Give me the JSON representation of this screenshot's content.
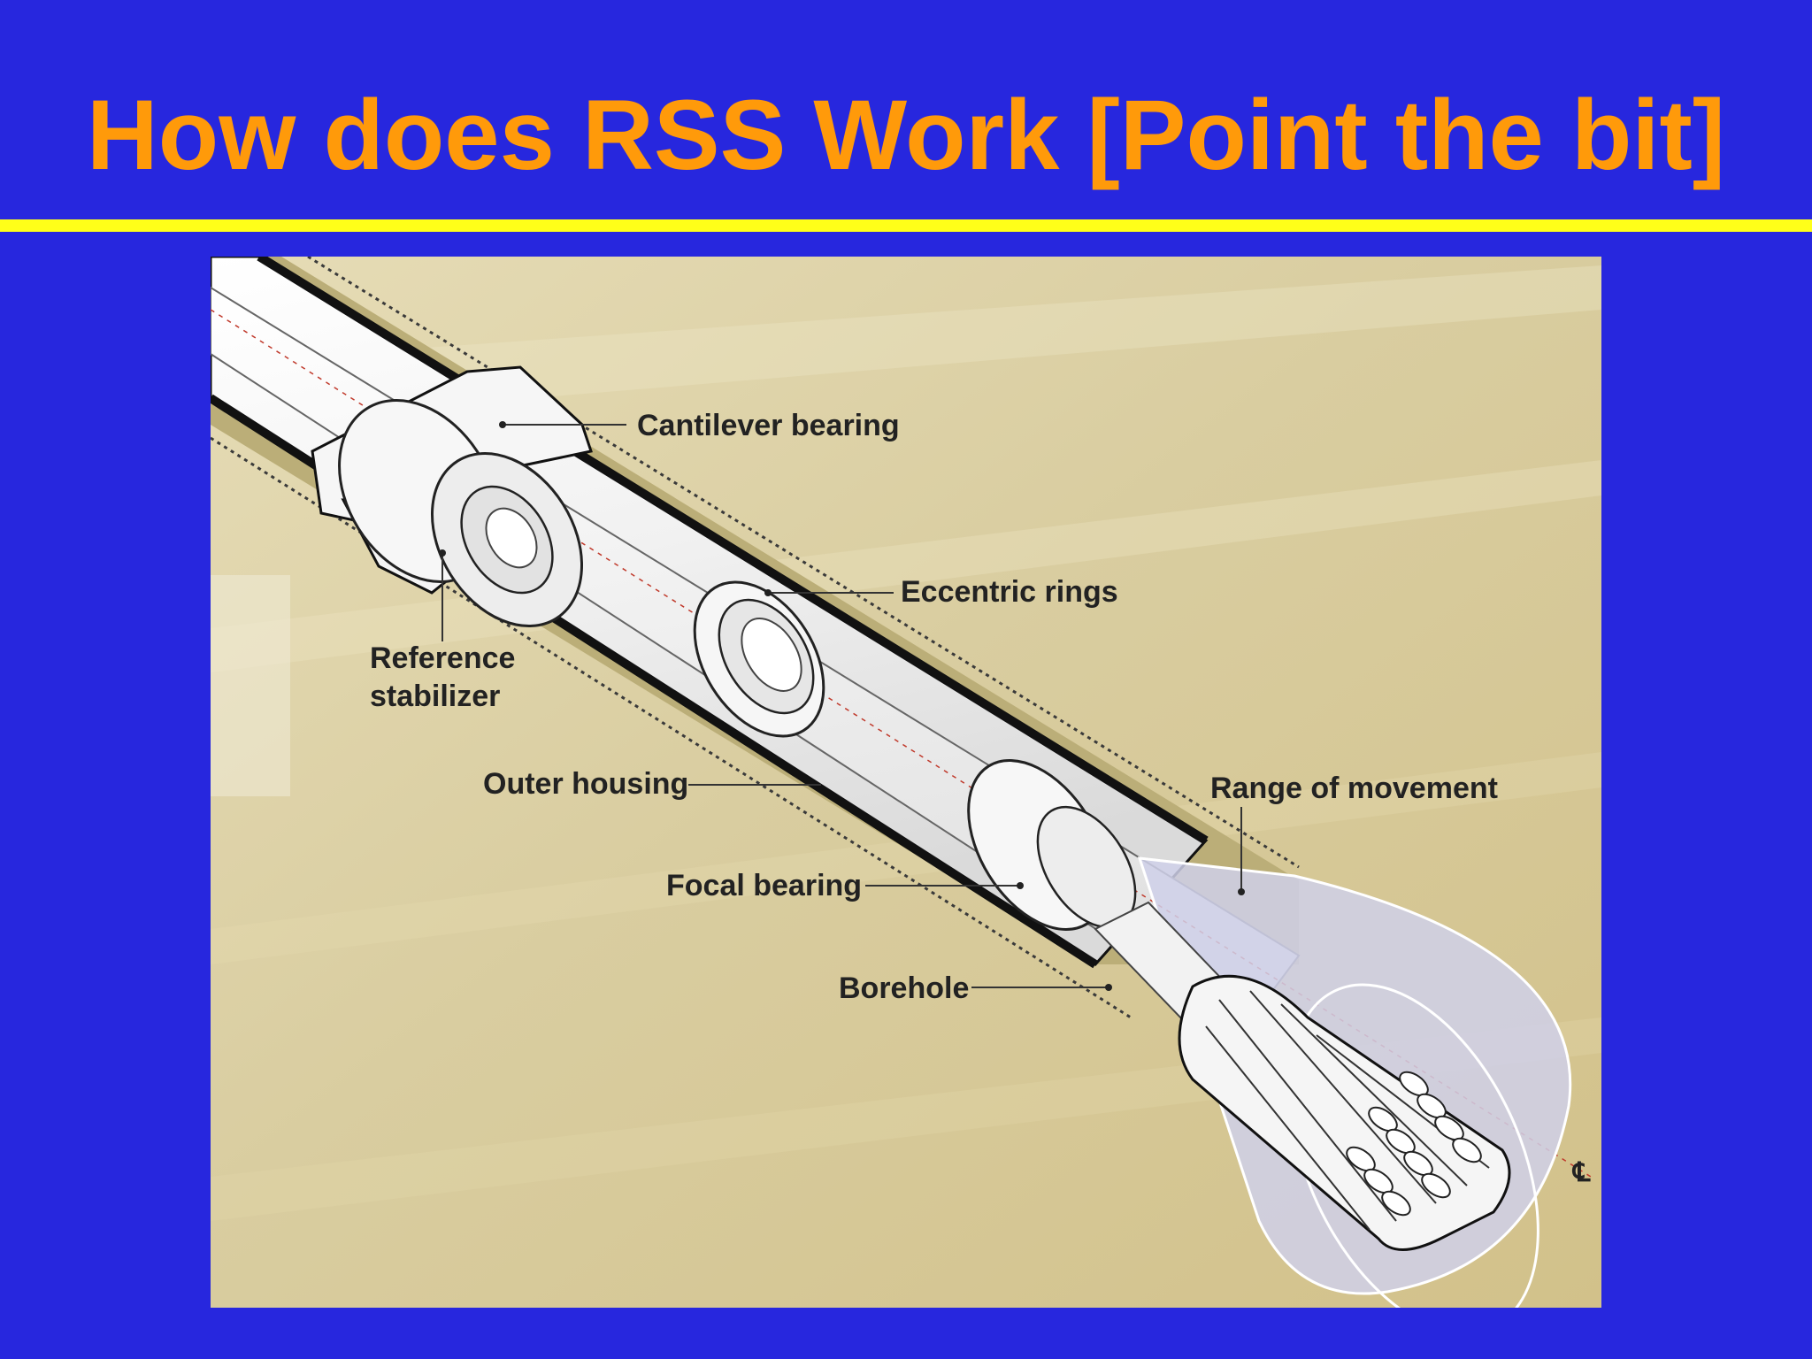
{
  "slide": {
    "title": "How does RSS Work [Point the bit]"
  },
  "diagram": {
    "labels": {
      "cantilever_bearing": "Cantilever bearing",
      "eccentric_rings": "Eccentric rings",
      "reference_stabilizer_line1": "Reference",
      "reference_stabilizer_line2": "stabilizer",
      "outer_housing": "Outer housing",
      "range_of_movement": "Range of movement",
      "focal_bearing": "Focal bearing",
      "borehole": "Borehole",
      "centerline_mark": "℄"
    }
  }
}
